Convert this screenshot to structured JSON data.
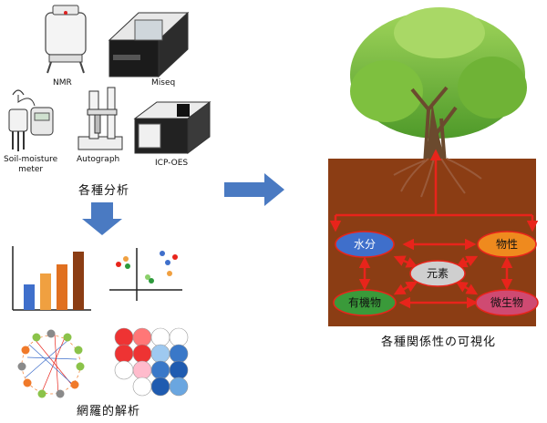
{
  "instruments": {
    "nmr": "NMR",
    "miseq": "Miseq",
    "soil": "Soil-moisture\nmeter",
    "autograph": "Autograph",
    "icp": "ICP-OES"
  },
  "captions": {
    "analysis": "各種分析",
    "comprehensive": "網羅的解析",
    "relations": "各種関係性の可視化"
  },
  "nodes": {
    "water": "水分",
    "property": "物性",
    "element": "元素",
    "organic": "有機物",
    "microbe": "微生物"
  },
  "colors": {
    "arrow_blue": "#4a7ac2",
    "soil": "#8b3d14",
    "red": "#e8241b",
    "water_node": "#3f6fcb",
    "property_node": "#ef8a1e",
    "element_node": "#cfcfcf",
    "organic_node": "#3a9a3a",
    "microbe_node": "#cf4a72"
  }
}
